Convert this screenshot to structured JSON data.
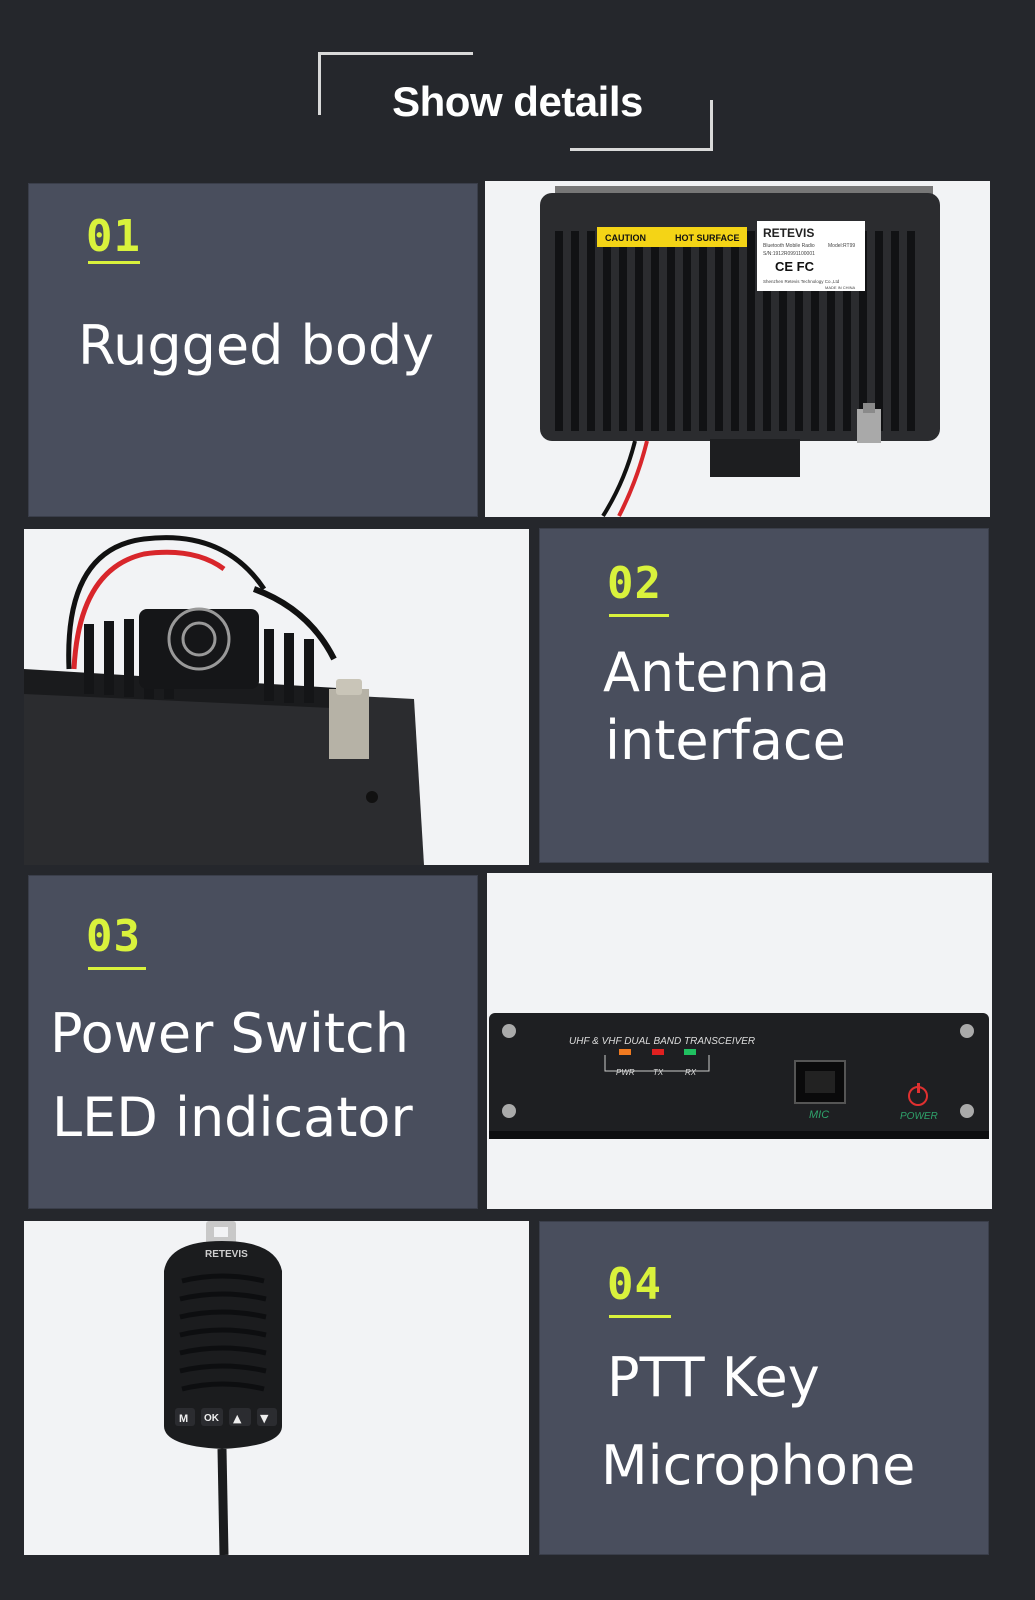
{
  "header": {
    "title": "Show details"
  },
  "sections": [
    {
      "number": "01",
      "lines": [
        "Rugged body"
      ]
    },
    {
      "number": "02",
      "lines": [
        "Antenna",
        "interface"
      ]
    },
    {
      "number": "03",
      "lines": [
        "Power Switch",
        "LED indicator"
      ]
    },
    {
      "number": "04",
      "lines": [
        "PTT Key",
        "Microphone"
      ]
    }
  ],
  "photo1": {
    "caution": "CAUTION",
    "hot_surface": "HOT SURFACE",
    "brand": "RETEVIS",
    "label_desc": "Bluetooth Mobile Radio",
    "model": "Model:RT99",
    "serial": "S/N:1912R0991100001",
    "marks": "CE FC",
    "maker": "Shenzhen Retevis Technology Co.,Ltd",
    "made_in": "MADE IN CHINA"
  },
  "photo3": {
    "transceiver": "UHF & VHF DUAL BAND TRANSCEIVER",
    "pwr": "PWR",
    "tx": "TX",
    "rx": "RX",
    "mic": "MIC",
    "power": "POWER"
  },
  "photo4": {
    "brand": "RETEVIS",
    "keys": [
      "M",
      "OK",
      "▲",
      "▼"
    ]
  },
  "colors": {
    "accent": "#d9f23c",
    "panel": "#494e5d",
    "background": "#25272c",
    "led_pwr": "#f07a20",
    "led_tx": "#e02020",
    "led_rx": "#20c060",
    "mic_green": "#2fa36b",
    "power_red": "#e03030"
  }
}
